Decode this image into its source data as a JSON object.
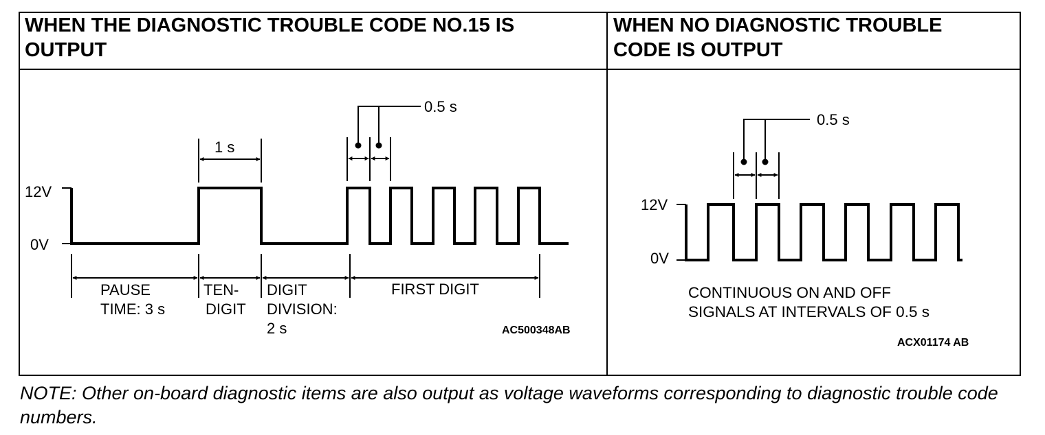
{
  "left_panel": {
    "header_line1": "WHEN THE DIAGNOSTIC TROUBLE CODE NO.15 IS",
    "header_line2": "OUTPUT",
    "label_12v": "12V",
    "label_0v": "0V",
    "dim_1s": "1 s",
    "dim_05s": "0.5 s",
    "pause_line1": "PAUSE",
    "pause_line2": "TIME: 3 s",
    "ten_line1": "TEN-",
    "ten_line2": "DIGIT",
    "division_line1": "DIGIT",
    "division_line2": "DIVISION:",
    "division_line3": "2 s",
    "first_digit": "FIRST DIGIT",
    "figure_code": "AC500348AB"
  },
  "right_panel": {
    "header_line1": "WHEN NO DIAGNOSTIC TROUBLE",
    "header_line2": "CODE IS OUTPUT",
    "label_12v": "12V",
    "label_0v": "0V",
    "dim_05s": "0.5 s",
    "caption_line1": "CONTINUOUS ON AND OFF",
    "caption_line2": "SIGNALS AT INTERVALS OF 0.5 s",
    "figure_code": "ACX01174 AB"
  },
  "note": "NOTE: Other on-board diagnostic items are also output as voltage waveforms corresponding to diagnostic trouble code numbers."
}
